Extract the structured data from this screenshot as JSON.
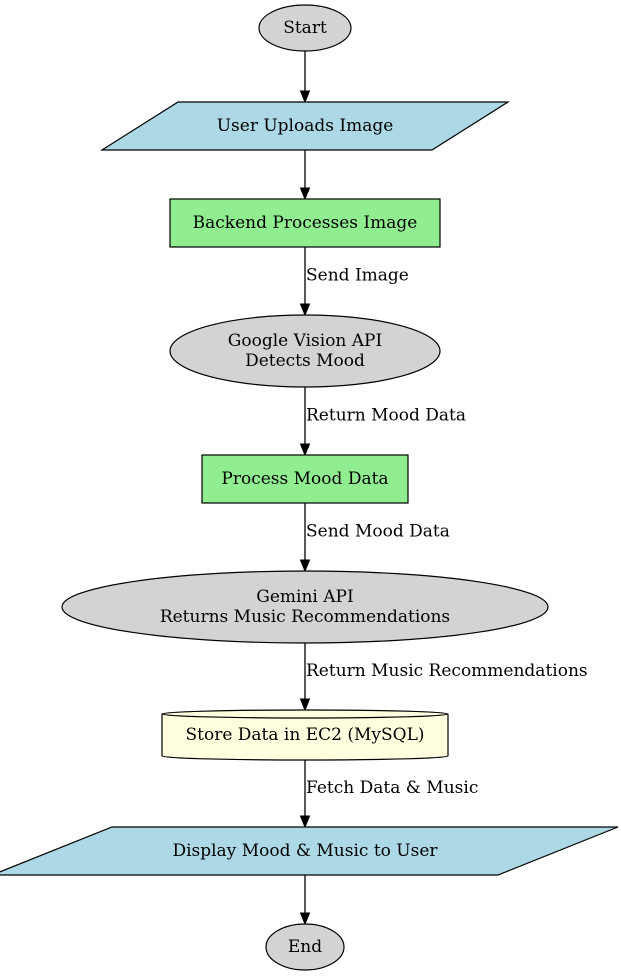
{
  "colors": {
    "terminal": "#d3d3d3",
    "io": "#add8e6",
    "process": "#90ee90",
    "api": "#d3d3d3",
    "database": "#ffffe0",
    "stroke": "#000000"
  },
  "nodes": [
    {
      "id": "start",
      "shape": "ellipse",
      "fill": "terminal",
      "lines": [
        "Start"
      ]
    },
    {
      "id": "upload",
      "shape": "parallelogram",
      "fill": "io",
      "lines": [
        "User Uploads Image"
      ]
    },
    {
      "id": "backend",
      "shape": "rect",
      "fill": "process",
      "lines": [
        "Backend Processes Image"
      ]
    },
    {
      "id": "vision",
      "shape": "ellipse",
      "fill": "api",
      "lines": [
        "Google Vision API",
        "Detects Mood"
      ]
    },
    {
      "id": "process-mood",
      "shape": "rect",
      "fill": "process",
      "lines": [
        "Process Mood Data"
      ]
    },
    {
      "id": "gemini",
      "shape": "ellipse",
      "fill": "api",
      "lines": [
        "Gemini API",
        "Returns Music Recommendations"
      ]
    },
    {
      "id": "store",
      "shape": "cylinder",
      "fill": "database",
      "lines": [
        "Store Data in EC2 (MySQL)"
      ]
    },
    {
      "id": "display",
      "shape": "parallelogram",
      "fill": "io",
      "lines": [
        "Display Mood & Music to User"
      ]
    },
    {
      "id": "end",
      "shape": "ellipse",
      "fill": "terminal",
      "lines": [
        "End"
      ]
    }
  ],
  "edges": [
    {
      "from": "start",
      "to": "upload",
      "label": ""
    },
    {
      "from": "upload",
      "to": "backend",
      "label": ""
    },
    {
      "from": "backend",
      "to": "vision",
      "label": "Send Image"
    },
    {
      "from": "vision",
      "to": "process-mood",
      "label": "Return Mood Data"
    },
    {
      "from": "process-mood",
      "to": "gemini",
      "label": "Send Mood Data"
    },
    {
      "from": "gemini",
      "to": "store",
      "label": "Return Music Recommendations"
    },
    {
      "from": "store",
      "to": "display",
      "label": "Fetch Data & Music"
    },
    {
      "from": "display",
      "to": "end",
      "label": ""
    }
  ]
}
